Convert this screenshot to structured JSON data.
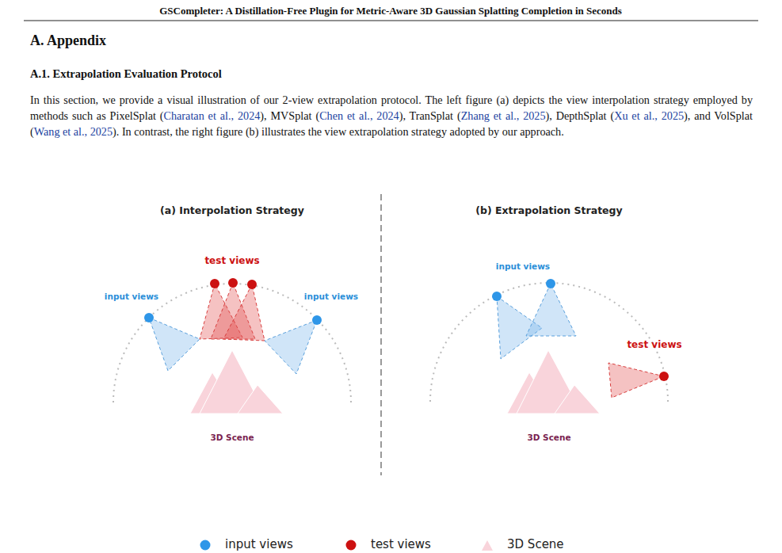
{
  "diagram": {
    "title": "GSCompleter: A Distillation-Free Plugin for Metric-Aware 3D Gaussian Splatting Completion in Seconds",
    "labels": [
      "A. Appendix",
      "A.1. Extrapolation Evaluation Protocol",
      "In this section, we provide a visual illustration of our 2-view extrapolation protocol. The left figure (a) depicts the view interpolation strategy employed by methods such as PixelSplat (Charatan et al., 2024), MVSplat (Chen et al., 2024), TranSplat (Zhang et al., 2025), DepthSplat (Xu et al., 2025), and VolSplat (Wang et al., 2025). In contrast, the right figure (b) illustrates the view extrapolation strategy adopted by our approach.",
      "(a) Interpolation Strategy",
      "test views",
      "input views",
      "input views",
      "3D Scene",
      "(b) Extrapolation Strategy",
      "input views",
      "test views",
      "3D Scene"
    ],
    "legend": [
      {
        "text": "input views",
        "color": "#2e96e8"
      },
      {
        "text": "test views",
        "color": "#cc1111"
      },
      {
        "text": "3D Scene"
      }
    ]
  }
}
